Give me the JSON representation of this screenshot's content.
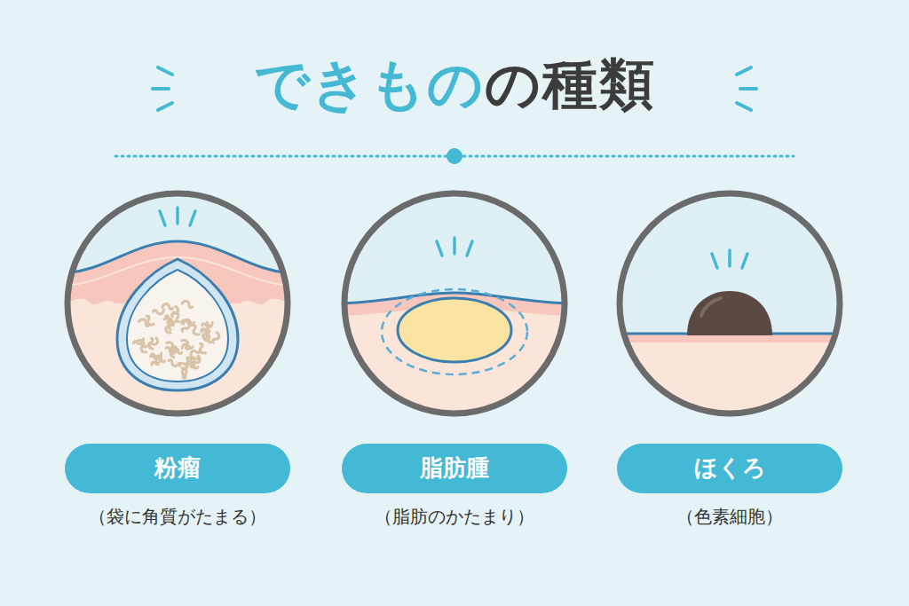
{
  "diagram": {
    "title": "できものの種類",
    "nodes": [
      {
        "text": [
          "粉瘤",
          "（袋に角質がたまる）"
        ]
      },
      {
        "text": [
          "脂肪腫",
          "（脂肪のかたまり）"
        ]
      },
      {
        "text": [
          "ほくろ",
          "（色素細胞）"
        ]
      }
    ]
  }
}
